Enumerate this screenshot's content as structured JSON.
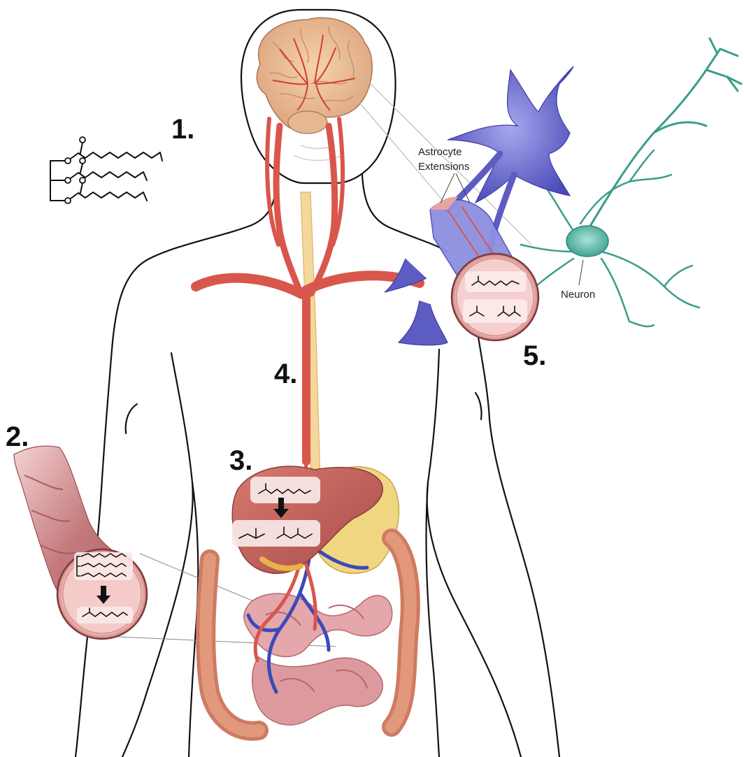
{
  "steps": {
    "step1": "1.",
    "step2": "2.",
    "step3": "3.",
    "step4": "4.",
    "step5": "5."
  },
  "labels": {
    "astrocyte_line1": "Astrocyte",
    "astrocyte_line2": "Extensions",
    "neuron": "Neuron"
  },
  "icons": {
    "brain": "brain-icon",
    "artery": "artery-icon",
    "spinal": "spinal-cord-icon",
    "liver": "liver-icon",
    "stomach": "stomach-icon",
    "intestine": "intestine-icon",
    "colon": "colon-icon",
    "astrocyte": "astrocyte-icon",
    "neuron": "neuron-icon",
    "vessel": "blood-vessel-icon",
    "triglyceride": "triglyceride-molecule-icon",
    "octanoic": "octanoic-acid-molecule-icon",
    "ketones": "ketone-bodies-molecule-icon"
  },
  "colors": {
    "artery": "#d8564b",
    "spinal": "#f4d79a",
    "astrocyte": "#5d5cc3",
    "neuron": "#3a9d8c",
    "intestine": "#d98a8c",
    "liver": "#c05a55",
    "vein": "#3c49b8"
  }
}
